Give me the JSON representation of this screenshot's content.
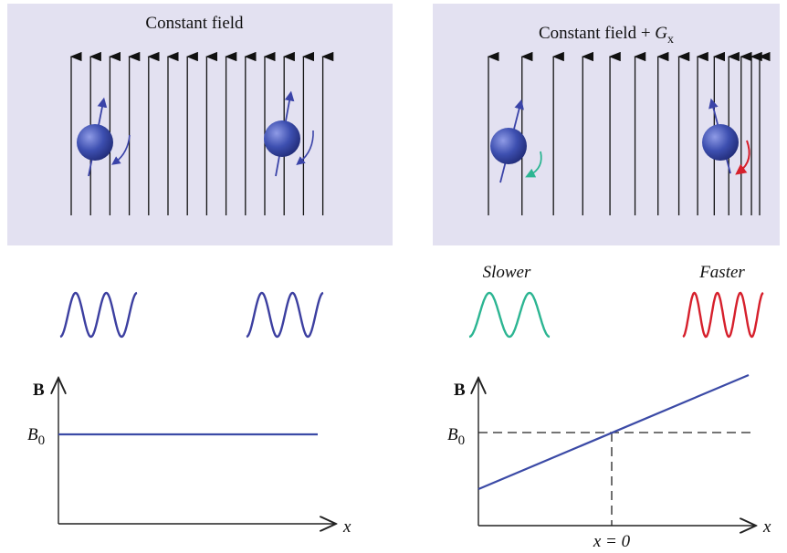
{
  "colors": {
    "panel_bg": "#e3e1f1",
    "field_line": "#111111",
    "spin": "#3d4fb0",
    "spin_arrow": "#3a43a8",
    "wave_normal": "#3c3fa0",
    "wave_slower": "#2cb592",
    "wave_faster": "#d6202c",
    "graph_line": "#3b4aa6",
    "axis": "#222222"
  },
  "left": {
    "title": "Constant field",
    "field_line_count": 14,
    "graph": {
      "y_label": "B",
      "x_label": "x",
      "b0_main": "B",
      "b0_sub": "0"
    }
  },
  "right": {
    "title_main": "Constant field + ",
    "title_g": "G",
    "title_sub": "x",
    "field_line_count": 14,
    "slower_label": "Slower",
    "faster_label": "Faster",
    "graph": {
      "y_label": "B",
      "x_label": "x",
      "b0_main": "B",
      "b0_sub": "0",
      "x0_label": "x = 0"
    }
  },
  "icons": {
    "spin_left_a": "spin-ball-icon",
    "spin_left_b": "spin-ball-icon",
    "spin_right_a": "spin-ball-icon",
    "spin_right_b": "spin-ball-icon"
  }
}
